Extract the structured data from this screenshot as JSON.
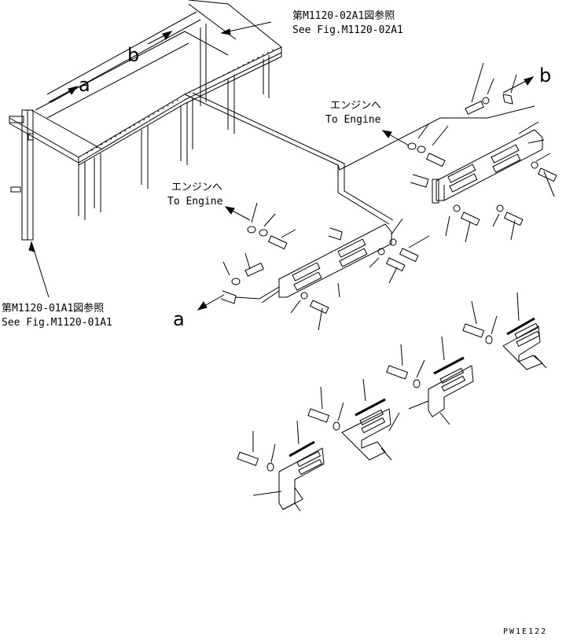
{
  "references": {
    "top_jp": "第M1120-02A1図参照",
    "top_en": "See Fig.M1120-02A1",
    "left_jp": "第M1120-01A1図参照",
    "left_en": "See Fig.M1120-01A1"
  },
  "engine_labels": {
    "upper_jp": "エンジンへ",
    "upper_en": "To Engine",
    "lower_jp": "エンジンへ",
    "lower_en": "To Engine"
  },
  "arrow_letters": {
    "b_frame": "b",
    "a_frame": "a",
    "b_right": "b",
    "a_left": "a"
  },
  "drawing_code": "PW1E122"
}
